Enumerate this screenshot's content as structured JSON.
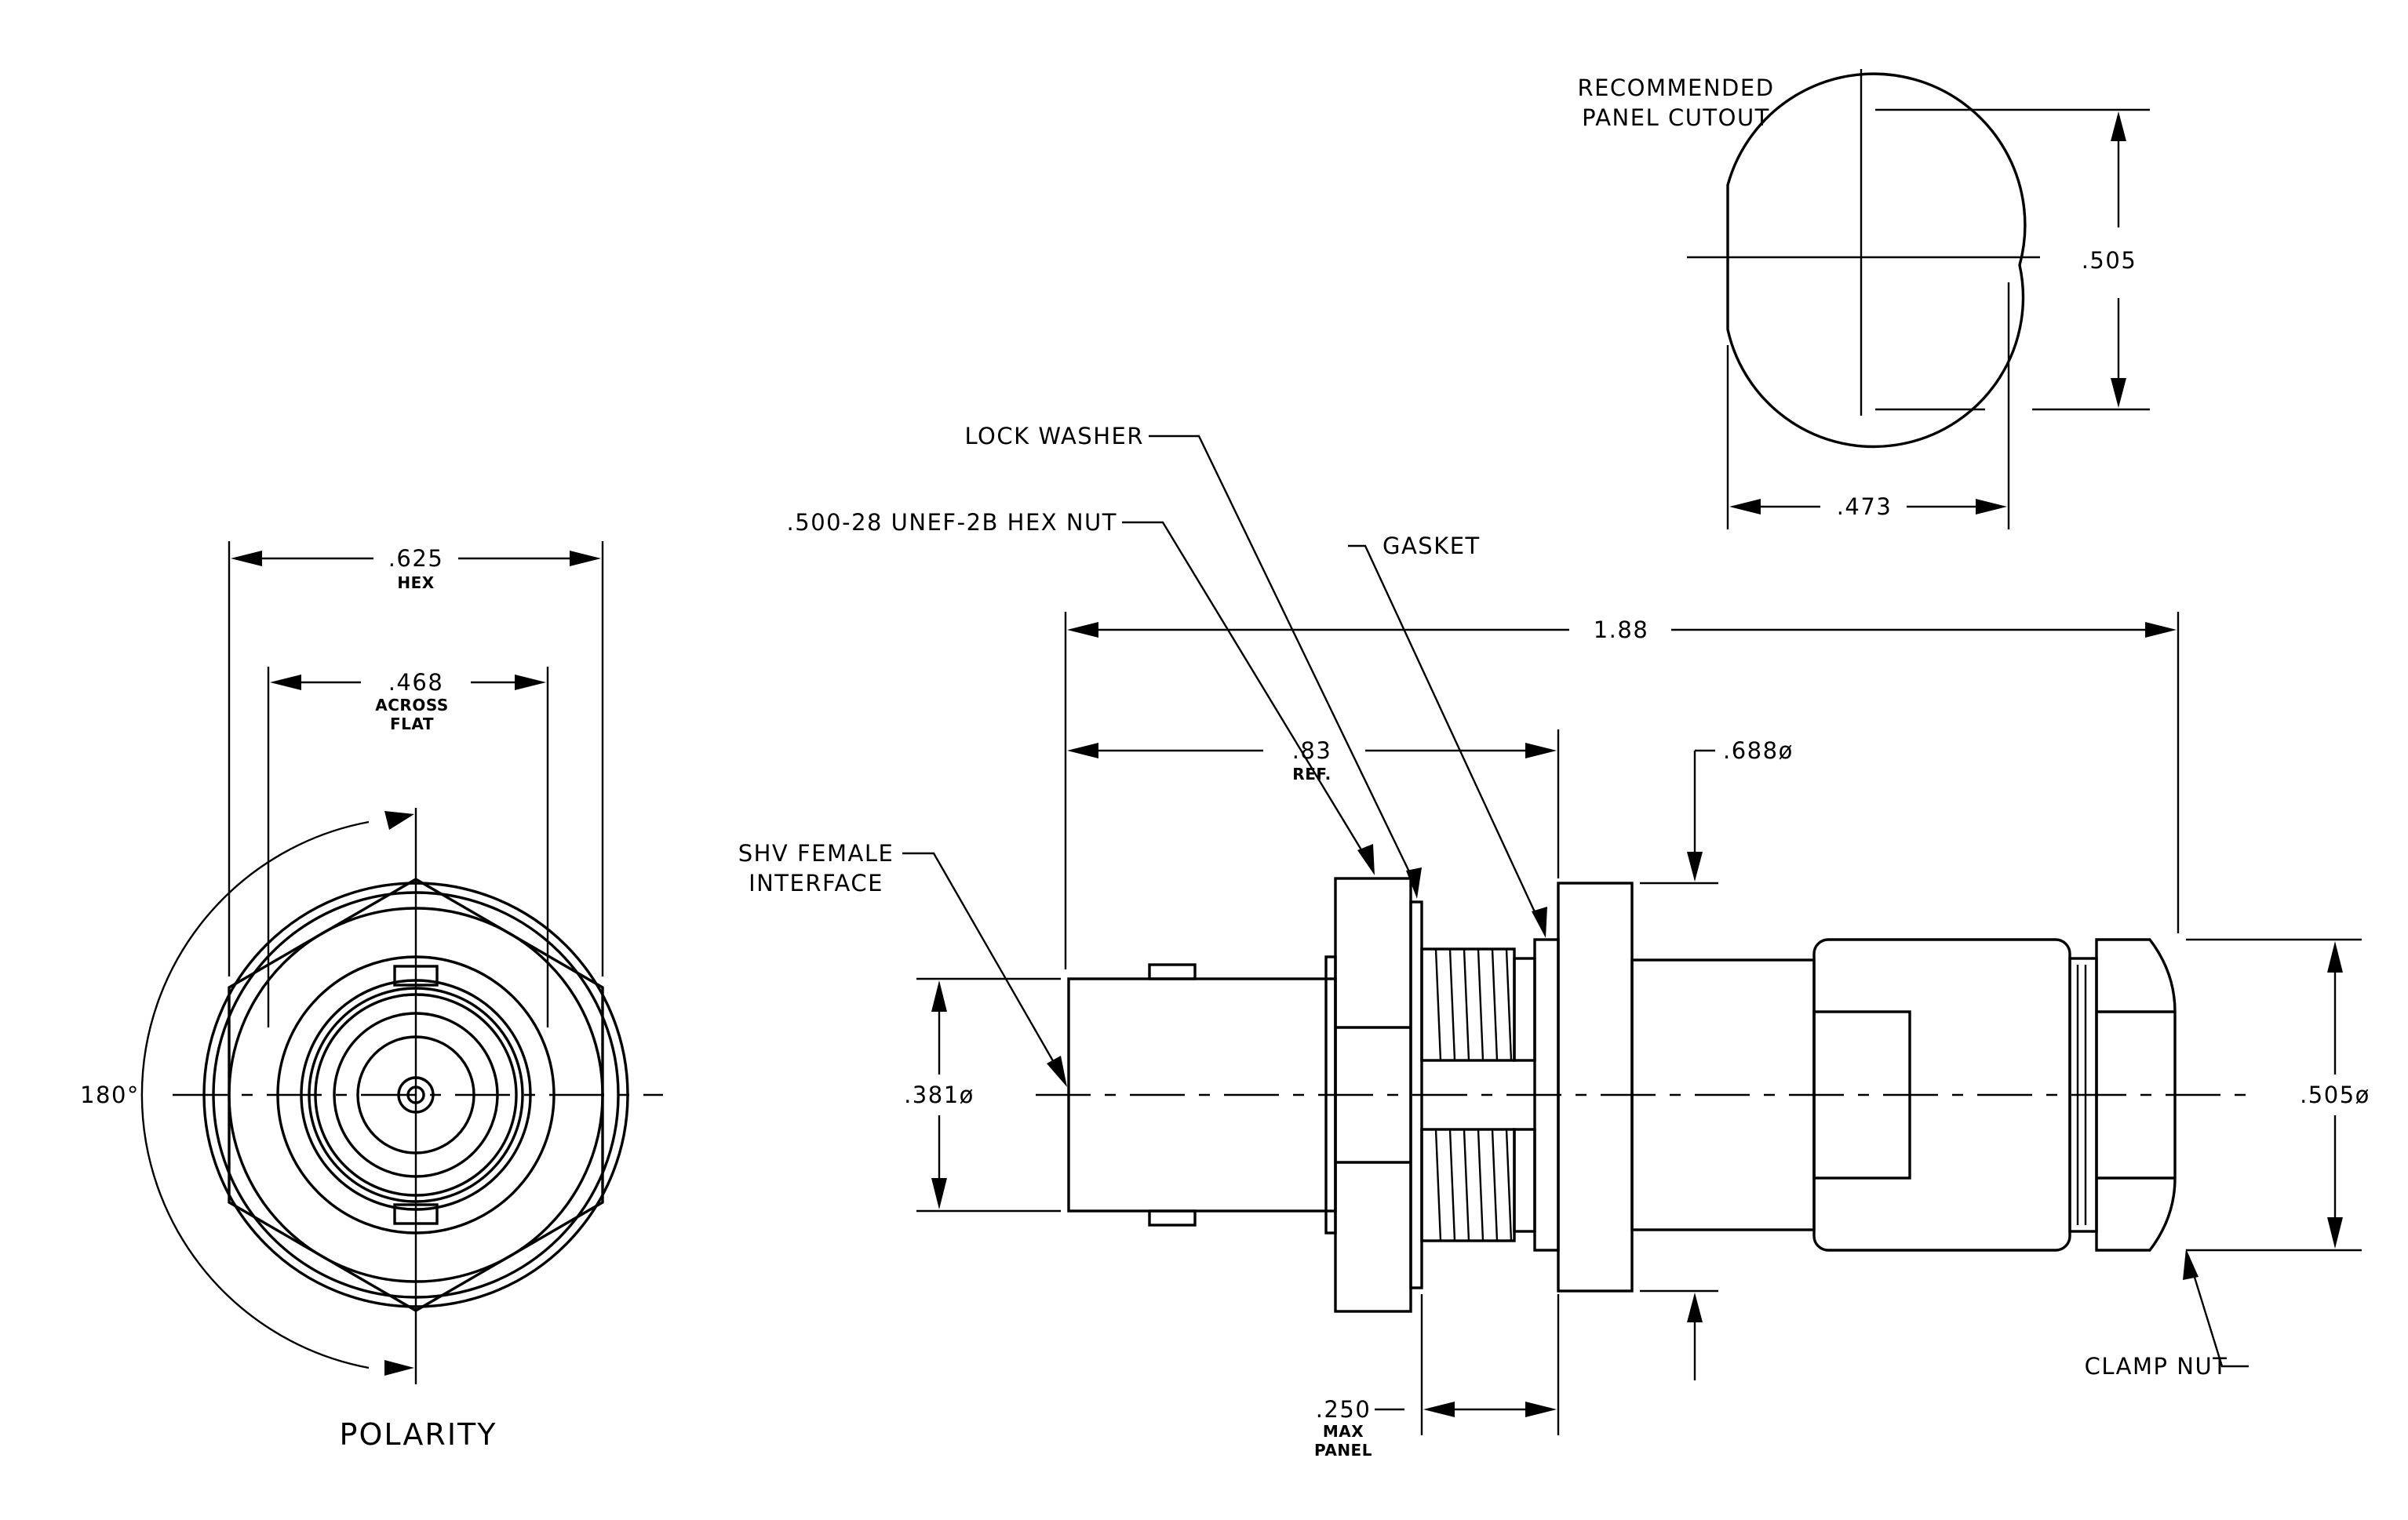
{
  "labels": {
    "recommended": "RECOMMENDED",
    "panel_cutout": "PANEL CUTOUT",
    "lock_washer": "LOCK WASHER",
    "hex_nut": ".500-28 UNEF-2B HEX NUT",
    "gasket": "GASKET",
    "shv_female": "SHV FEMALE",
    "interface": "INTERFACE",
    "clamp_nut": "CLAMP NUT",
    "polarity": "POLARITY",
    "angle": "180°"
  },
  "dimensions": {
    "hex": ".625",
    "hex_sub": "HEX",
    "across": ".468",
    "across_sub1": "ACROSS",
    "across_sub2": "FLAT",
    "cut_height": ".505",
    "cut_width": ".473",
    "overall": "1.88",
    "ref": ".83",
    "ref_sub": "REF.",
    "flange_dia": ".688ø",
    "left_dia": ".381ø",
    "right_dia": ".505ø",
    "panel": ".250",
    "panel_sub1": "MAX",
    "panel_sub2": "PANEL"
  }
}
